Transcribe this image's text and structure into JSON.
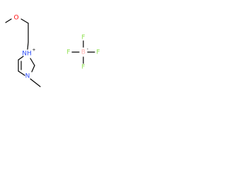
{
  "molecule": {
    "atoms": {
      "oxygen": "O",
      "nitrogen_cation": "NH",
      "nitrogen_cation_charge": "+",
      "nitrogen_methyl": "N",
      "boron": "B",
      "boron_charge": "-",
      "fluorine_top": "F",
      "fluorine_left": "F",
      "fluorine_right": "F",
      "fluorine_bottom": "F"
    },
    "colors": {
      "bond": "#000000",
      "oxygen": "#ff0d0d",
      "nitrogen": "#3050f8",
      "boron": "#ffb5b5",
      "fluorine": "#90e050"
    }
  }
}
